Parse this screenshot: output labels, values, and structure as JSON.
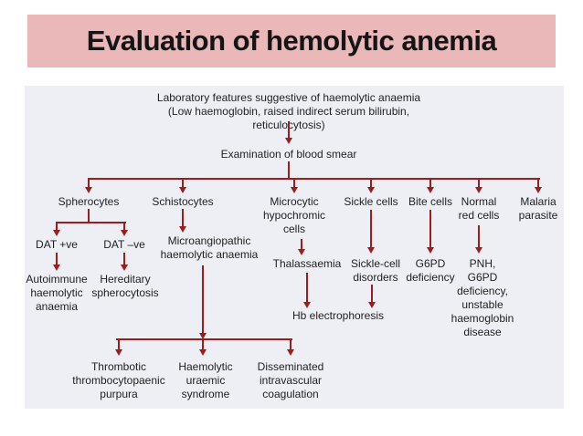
{
  "slide_title": "Evaluation of hemolytic anemia",
  "colors": {
    "title_background": "#eab8b8",
    "panel_background": "#edeff5",
    "arrow": "#9b1e1e",
    "text": "#1f1f1f"
  },
  "flowchart": {
    "nodes": {
      "lab_features": "Laboratory features suggestive of haemolytic anaemia\n(Low haemoglobin, raised indirect serum bilirubin, reticulocytosis)",
      "examination": "Examination of blood smear",
      "spherocytes": "Spherocytes",
      "schistocytes": "Schistocytes",
      "microcytic": "Microcytic\nhypochromic\ncells",
      "sickle_cells": "Sickle cells",
      "bite_cells": "Bite cells",
      "normal_red_cells": "Normal\nred cells",
      "malaria_parasite": "Malaria\nparasite",
      "dat_positive": "DAT +ve",
      "dat_negative": "DAT –ve",
      "autoimmune": "Autoimmune\nhaemolytic\nanaemia",
      "hereditary": "Hereditary\nspherocytosis",
      "microangiopathic": "Microangiopathic\nhaemolytic anaemia",
      "thalassaemia": "Thalassaemia",
      "sickle_cell_disorders": "Sickle-cell\ndisorders",
      "g6pd_deficiency": "G6PD\ndeficiency",
      "pnh": "PNH,\nG6PD\ndeficiency,\nunstable\nhaemoglobin\ndisease",
      "hb_electrophoresis": "Hb electrophoresis",
      "ttp": "Thrombotic\nthrombocytopaenic\npurpura",
      "hus": "Haemolytic\nuraemic\nsyndrome",
      "dic": "Disseminated\nintravascular\ncoagulation"
    },
    "edges": [
      [
        "lab_features",
        "examination"
      ],
      [
        "examination",
        "spherocytes"
      ],
      [
        "examination",
        "schistocytes"
      ],
      [
        "examination",
        "microcytic"
      ],
      [
        "examination",
        "sickle_cells"
      ],
      [
        "examination",
        "bite_cells"
      ],
      [
        "examination",
        "normal_red_cells"
      ],
      [
        "examination",
        "malaria_parasite"
      ],
      [
        "spherocytes",
        "dat_positive"
      ],
      [
        "spherocytes",
        "dat_negative"
      ],
      [
        "dat_positive",
        "autoimmune"
      ],
      [
        "dat_negative",
        "hereditary"
      ],
      [
        "schistocytes",
        "microangiopathic"
      ],
      [
        "microangiopathic",
        "ttp"
      ],
      [
        "microangiopathic",
        "hus"
      ],
      [
        "microangiopathic",
        "dic"
      ],
      [
        "microcytic",
        "thalassaemia"
      ],
      [
        "thalassaemia",
        "hb_electrophoresis"
      ],
      [
        "sickle_cells",
        "sickle_cell_disorders"
      ],
      [
        "sickle_cell_disorders",
        "hb_electrophoresis"
      ],
      [
        "bite_cells",
        "g6pd_deficiency"
      ],
      [
        "normal_red_cells",
        "pnh"
      ]
    ]
  }
}
